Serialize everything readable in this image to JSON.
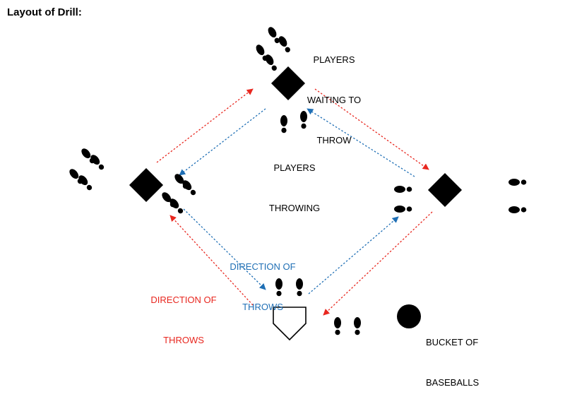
{
  "title": "Layout of Drill:",
  "labels": {
    "waiting_1": "PLAYERS",
    "waiting_2": "WAITING TO",
    "waiting_3": "THROW",
    "throwing_1": "PLAYERS",
    "throwing_2": "THROWING",
    "blue_dir_1": "DIRECTION OF",
    "blue_dir_2": "THROWS",
    "red_dir_1": "DIRECTION OF",
    "red_dir_2": "THROWS",
    "bucket_1": "BUCKET OF",
    "bucket_2": "BASEBALLS"
  },
  "colors": {
    "red": "#e8271f",
    "blue": "#1f6fb5",
    "black": "#000000",
    "text": "#000000"
  },
  "icons": {
    "base": "diamond-base-icon",
    "home": "home-plate-icon",
    "feet": "footprints-icon",
    "bucket": "bucket-circle-icon",
    "arrow": "dotted-arrow-icon"
  }
}
